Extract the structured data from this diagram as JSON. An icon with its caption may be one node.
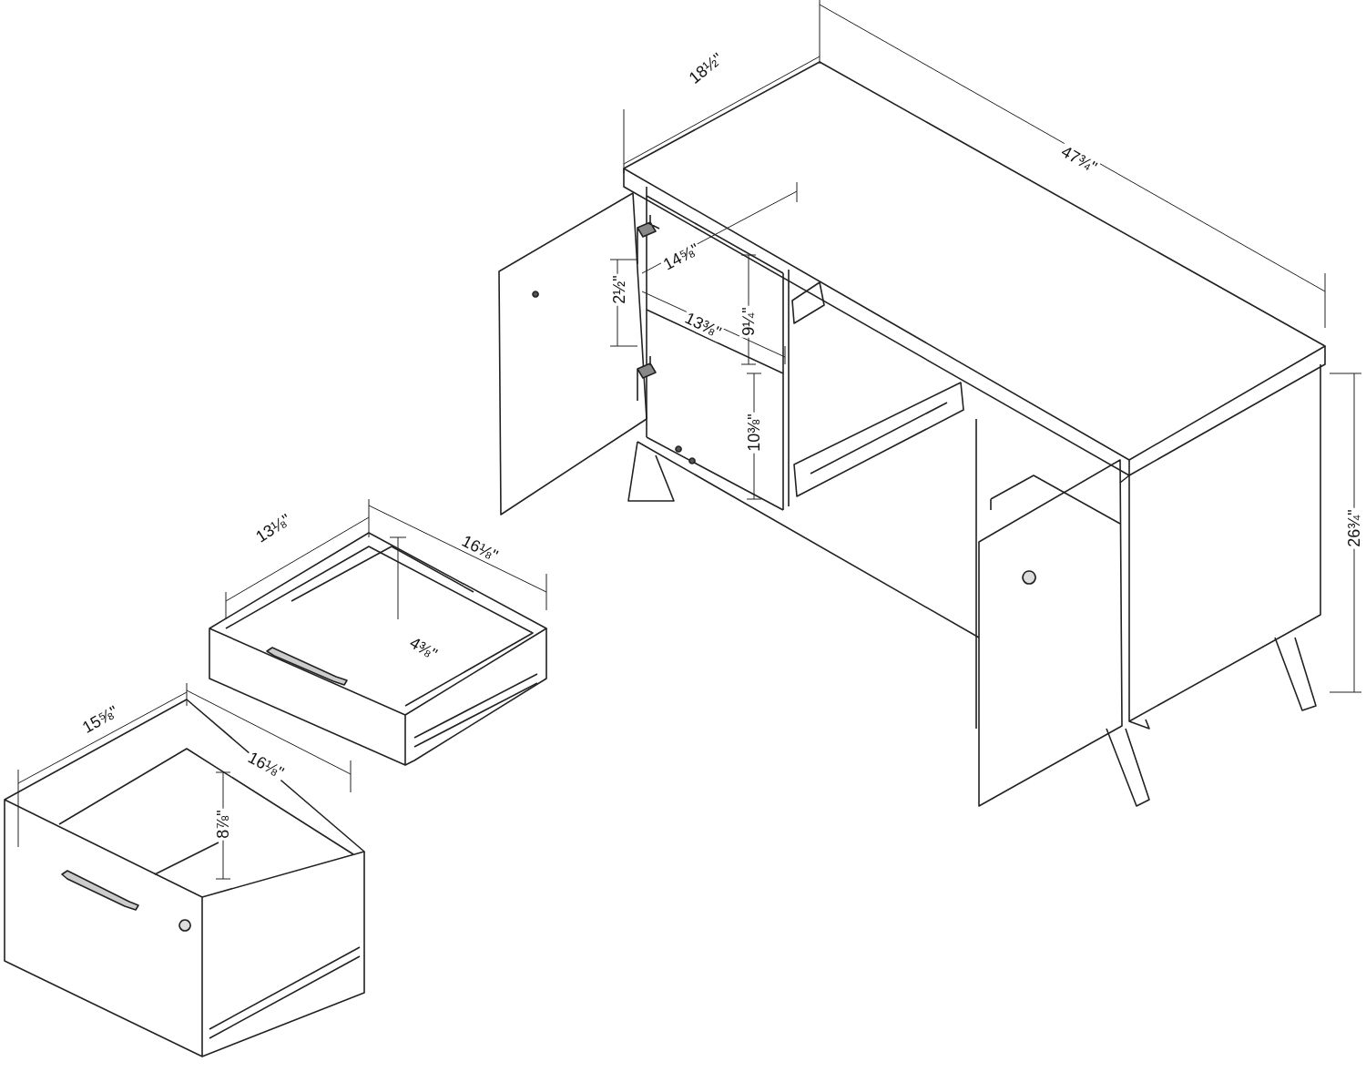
{
  "diagram": {
    "labels": [
      "18½\"",
      "47¾\"",
      "14⅝\"",
      "2½\"",
      "13⅜\"",
      "9¼\"",
      "10⅜\"",
      "26¾\"",
      "13⅛\"",
      "16⅛\"",
      "4⅜\"",
      "15⅝\"",
      "16⅛\"",
      "8⅞\""
    ]
  }
}
